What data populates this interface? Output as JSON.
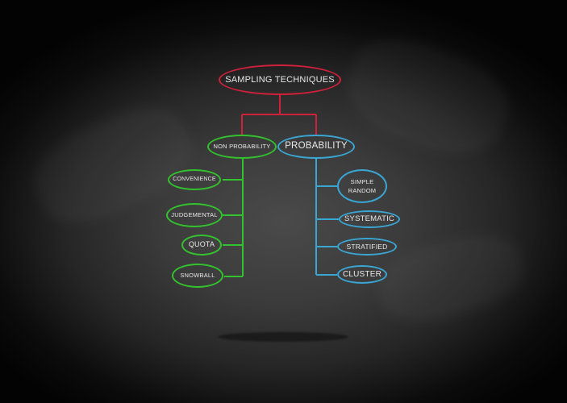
{
  "diagram": {
    "root": {
      "label": "SAMPLING TECHNIQUES",
      "color": "#d0203a"
    },
    "branches": [
      {
        "label": "NON PROBABILITY",
        "color": "#33c22e",
        "children": [
          "CONVENIENCE",
          "JUDGEMENTAL",
          "QUOTA",
          "SNOWBALL"
        ]
      },
      {
        "label": "PROBABILITY",
        "color": "#3aa6d4",
        "children": [
          "SIMPLE RANDOM",
          "SYSTEMATIC",
          "STRATIFIED",
          "CLUSTER"
        ]
      }
    ],
    "simple_random_line1": "SIMPLE",
    "simple_random_line2": "RANDOM"
  }
}
